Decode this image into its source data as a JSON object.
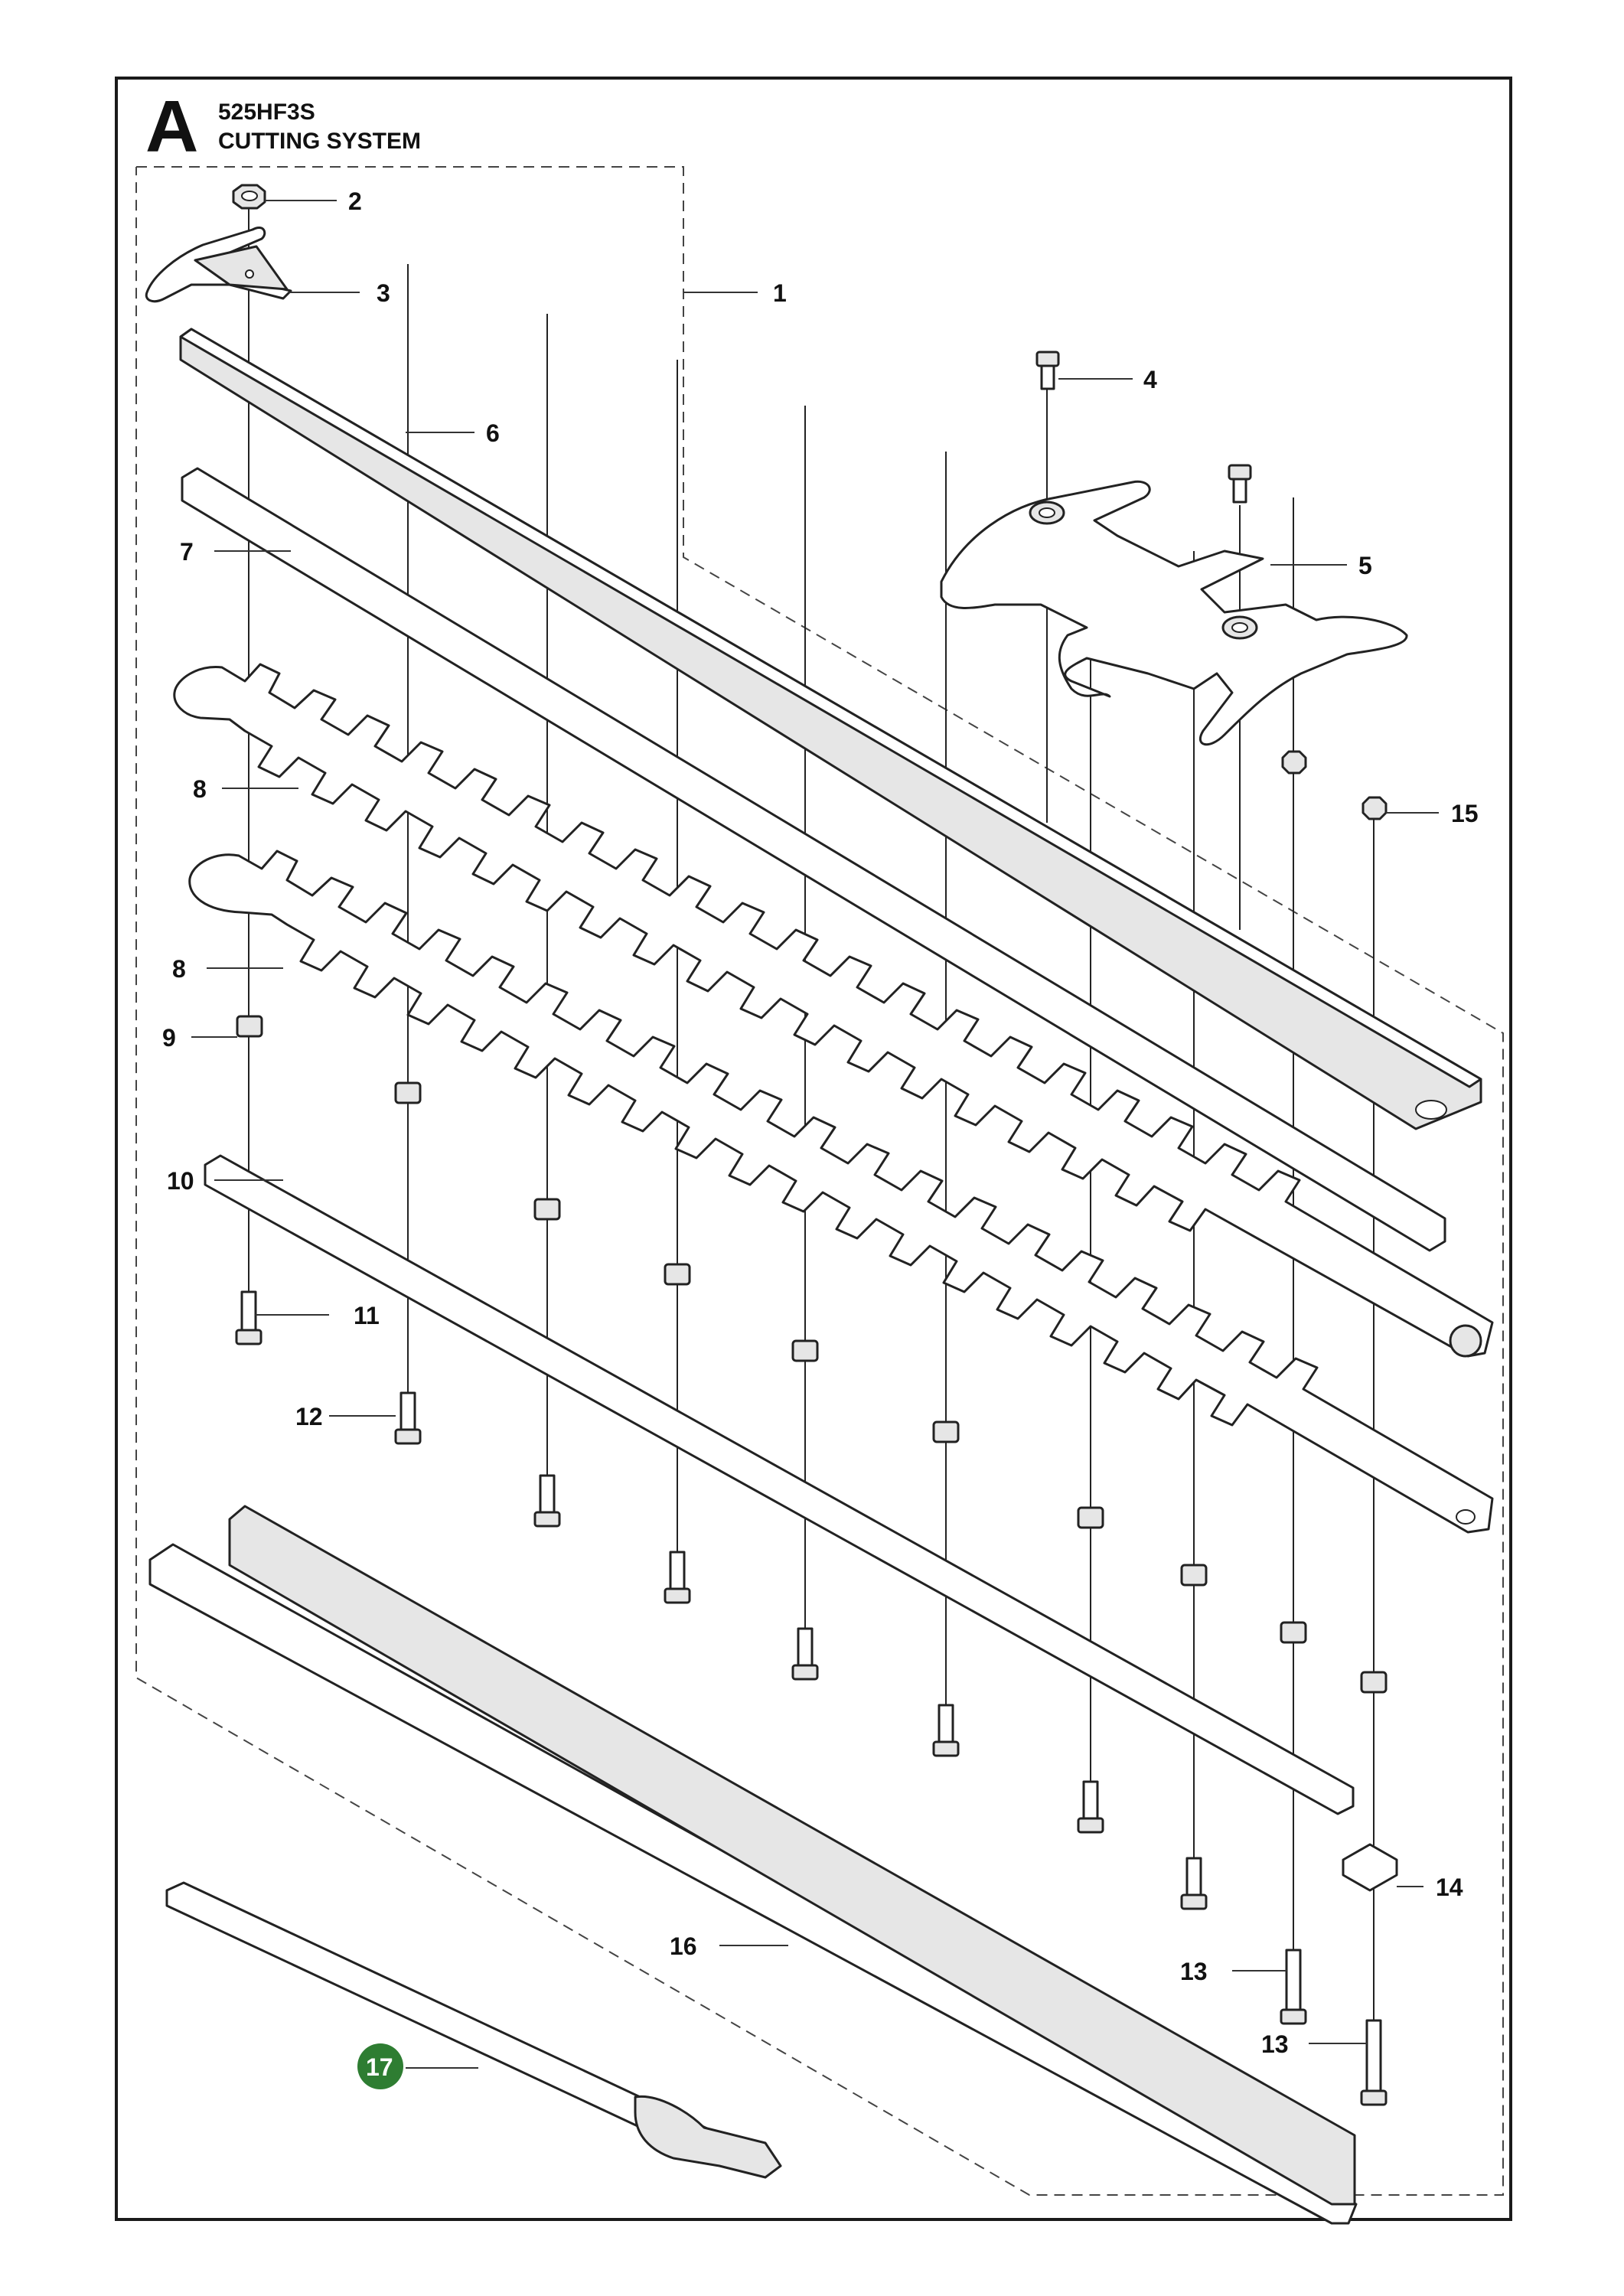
{
  "header": {
    "section_letter": "A",
    "model": "525HF3S",
    "title": "CUTTING SYSTEM"
  },
  "callouts": {
    "c1": "1",
    "c2": "2",
    "c3": "3",
    "c4": "4",
    "c5": "5",
    "c6": "6",
    "c7": "7",
    "c8a": "8",
    "c8b": "8",
    "c9": "9",
    "c10": "10",
    "c11": "11",
    "c12": "12",
    "c13a": "13",
    "c13b": "13",
    "c14": "14",
    "c15": "15",
    "c16": "16",
    "c17": "17"
  },
  "colors": {
    "highlight_badge": "#2e7d32",
    "line": "#222222",
    "part_fill": "#ffffff",
    "part_shade": "#e6e6e6"
  }
}
